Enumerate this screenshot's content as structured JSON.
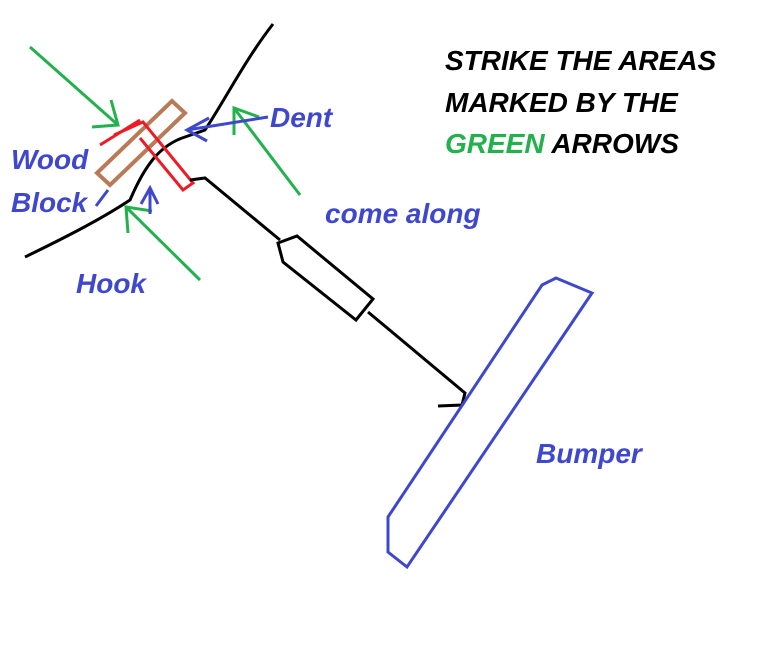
{
  "title": {
    "line1": "STRIKE THE AREAS",
    "line2": "MARKED BY THE",
    "line3_highlight": "GREEN",
    "line3_rest": " ARROWS"
  },
  "labels": {
    "dent": "Dent",
    "wood_line1": "Wood",
    "wood_line2": "Block",
    "hook": "Hook",
    "come_along": "come along",
    "bumper": "Bumper"
  },
  "colors": {
    "label_blue": "#3f48cc",
    "arrow_green": "#22b14c",
    "hook_red": "#ed1c24",
    "wood_brown": "#b97a57",
    "line_black": "#000000",
    "bumper_blue": "#3f48cc"
  }
}
